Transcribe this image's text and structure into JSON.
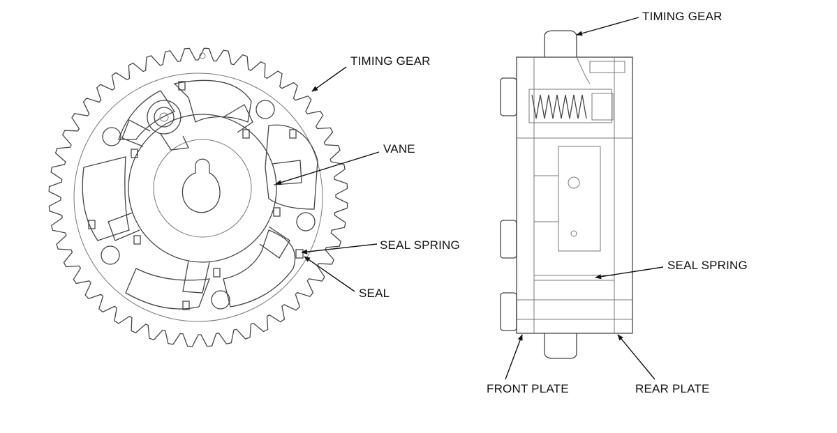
{
  "labels": {
    "front_timing_gear": "TIMING GEAR",
    "vane": "VANE",
    "front_seal_spring": "SEAL SPRING",
    "seal": "SEAL",
    "side_timing_gear": "TIMING GEAR",
    "side_seal_spring": "SEAL SPRING",
    "front_plate": "FRONT PLATE",
    "rear_plate": "REAR PLATE"
  },
  "colors": {
    "line": "#444444",
    "leader": "#111111",
    "background": "#ffffff"
  }
}
